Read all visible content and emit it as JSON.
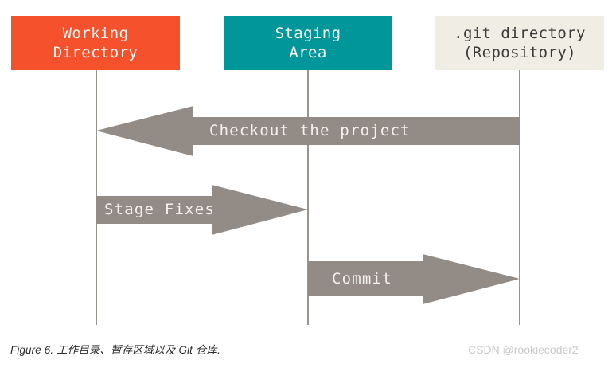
{
  "diagram": {
    "title": "Git areas workflow diagram",
    "nodes": [
      {
        "id": "working-directory",
        "line1": "Working",
        "line2": "Directory",
        "color": "#F4512C",
        "text_color": "#f4f3ee"
      },
      {
        "id": "staging-area",
        "line1": "Staging",
        "line2": "Area",
        "color": "#019699",
        "text_color": "#f2f6f5"
      },
      {
        "id": "git-directory",
        "line1": ".git directory",
        "line2": "(Repository)",
        "color": "#EFEDE4",
        "text_color": "#3a3a38"
      }
    ],
    "arrows": [
      {
        "id": "checkout",
        "label": "Checkout the project",
        "from": "git-directory",
        "to": "working-directory",
        "direction": "left",
        "color": "#938C86"
      },
      {
        "id": "stage-fixes",
        "label": "Stage Fixes",
        "from": "working-directory",
        "to": "staging-area",
        "direction": "right",
        "color": "#938C86"
      },
      {
        "id": "commit",
        "label": "Commit",
        "from": "staging-area",
        "to": "git-directory",
        "direction": "right",
        "color": "#938C86"
      }
    ],
    "lifeline_color": "#9a948f"
  },
  "caption": {
    "text": "Figure 6. 工作目录、暂存区域以及 Git 仓库."
  },
  "watermark": {
    "text": "CSDN @rookiecoder2",
    "color": "#c9c9c9"
  }
}
